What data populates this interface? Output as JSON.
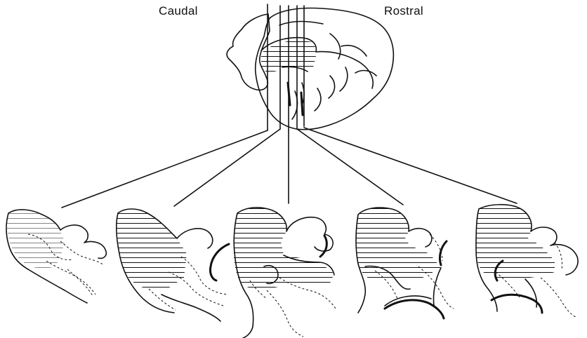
{
  "labels": {
    "caudal": "Caudal",
    "rostral": "Rostral"
  },
  "sections": [
    {
      "id": "section-1"
    },
    {
      "id": "section-2"
    },
    {
      "id": "section-3"
    },
    {
      "id": "section-4"
    },
    {
      "id": "section-5"
    }
  ],
  "colors": {
    "ink": "#111111",
    "background": "#ffffff"
  }
}
